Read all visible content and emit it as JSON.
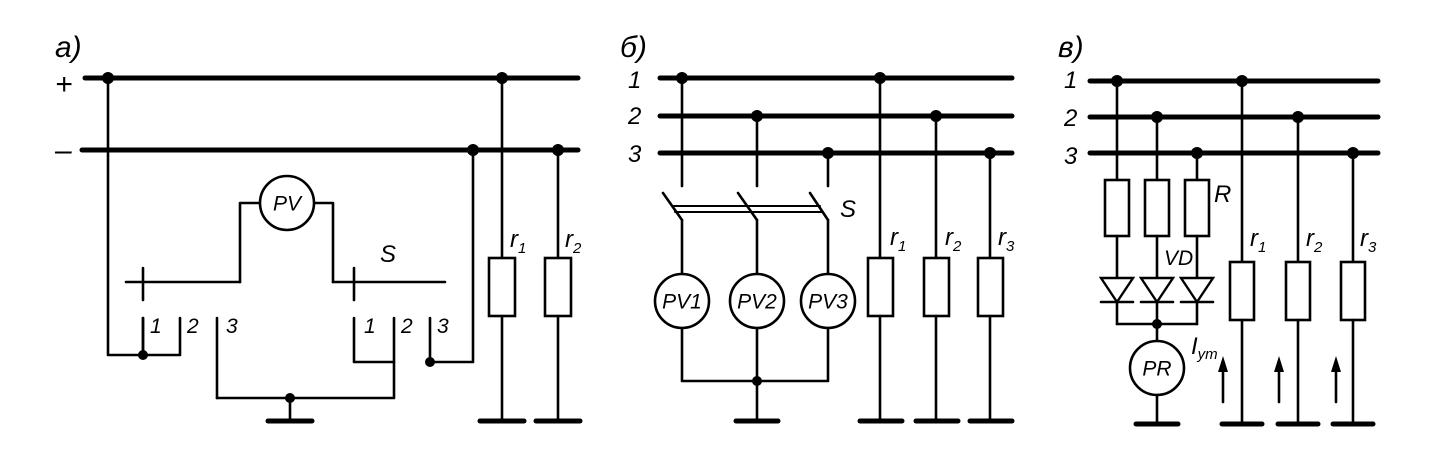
{
  "diagrams": {
    "a": {
      "label": "a)",
      "bus_plus": "+",
      "bus_minus": "–",
      "meter": "PV",
      "switch": "S",
      "switch1_terms": [
        "1",
        "2",
        "3"
      ],
      "switch2_terms": [
        "1",
        "2",
        "3"
      ],
      "r1": "r",
      "r1_sub": "1",
      "r2": "r",
      "r2_sub": "2"
    },
    "b": {
      "label": "б)",
      "bus1": "1",
      "bus2": "2",
      "bus3": "3",
      "switch": "S",
      "meters": [
        "PV1",
        "PV2",
        "PV3"
      ],
      "r1": "r",
      "r1_sub": "1",
      "r2": "r",
      "r2_sub": "2",
      "r3": "r",
      "r3_sub": "3"
    },
    "v": {
      "label": "в)",
      "bus1": "1",
      "bus2": "2",
      "bus3": "3",
      "resistor": "R",
      "diode": "VD",
      "meter": "PR",
      "current": "I",
      "current_sub": "ут",
      "r1": "r",
      "r1_sub": "1",
      "r2": "r",
      "r2_sub": "2",
      "r3": "r",
      "r3_sub": "3"
    }
  }
}
